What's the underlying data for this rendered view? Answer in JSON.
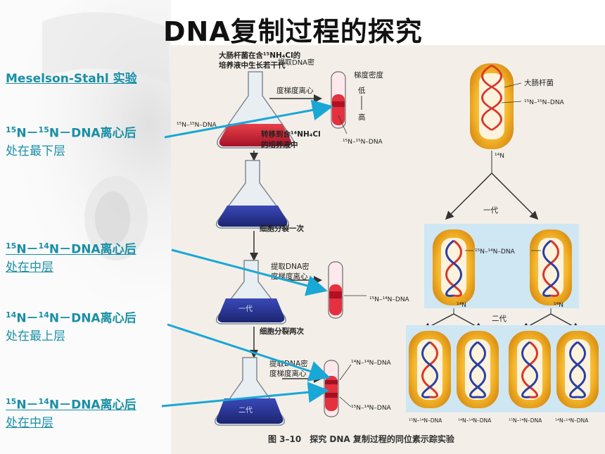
{
  "title": "DNA复制过程的探究",
  "left_notes": [
    {
      "label": "Meselson-Stahl 实验"
    },
    {
      "pre1": "15",
      "a": "N－",
      "pre2": "15",
      "b": "N－DNA离心后",
      "line2": "处在最下层"
    },
    {
      "pre1": "15",
      "a": "N－",
      "pre2": "14",
      "b": "N－DNA离心后",
      "line2": "处在中层"
    },
    {
      "pre1": "14",
      "a": "N－",
      "pre2": "14",
      "b": "N－DNA离心后",
      "line2": "处在最上层"
    },
    {
      "pre1": "15",
      "a": "N－",
      "pre2": "14",
      "b": "N－DNA离心后",
      "line2": "处在中层"
    }
  ],
  "figure": {
    "flask1_label_line1": "大肠杆菌在含¹⁵NH₄Cl的",
    "flask1_label_line2": "培养液中生长若干代",
    "extract_line1": "提取DNA密",
    "extract_line2": "度梯度离心",
    "density_title": "梯度密度",
    "density_low": "低",
    "density_high": "高",
    "dna_1515": "¹⁵N–¹⁵N–DNA",
    "dna_1515_b": "¹⁵N–¹⁵N–DNA",
    "transfer_line1": "转移到含¹⁴NH₄Cl",
    "transfer_line2": "的培养液中",
    "divide_once": "细胞分裂一次",
    "extract2_line1": "提取DNA密",
    "extract2_line2": "度梯度离心",
    "dna_1514": "¹⁵N–¹⁴N–DNA",
    "gen1": "一代",
    "divide_twice": "细胞分裂两次",
    "extract3_line1": "提取DNA密",
    "extract3_line2": "度梯度离心",
    "dna_1414_top": "¹⁴N–¹⁴N–DNA",
    "dna_1514_bottom": "¹⁵N–¹⁴N–DNA",
    "gen2_flask": "二代",
    "ecoli": "大肠杆菌",
    "ecoli_dna": "¹⁵N–¹⁵N–DNA",
    "n14_a": "¹⁴N",
    "gen1_right": "一代",
    "gen1_dna": "¹⁵N–¹⁴N–DNA",
    "n14_b": "¹⁴N",
    "n14_c": "¹⁴N",
    "gen2": "二代",
    "bottom_labels": [
      "¹⁵N–¹⁴N–DNA",
      "¹⁴N–¹⁴N–DNA",
      "¹⁵N–¹⁴N–DNA",
      "¹⁴N–¹⁴N–DNA"
    ],
    "caption": "图 3–10　探究 DNA 复制过程的同位素示踪实验"
  },
  "colors": {
    "note": "#1a8fa6",
    "arrow": "#19a7d6",
    "red_strand": "#d8362c",
    "blue_strand": "#2b3fa3",
    "cell_fill": "#f2b324"
  }
}
